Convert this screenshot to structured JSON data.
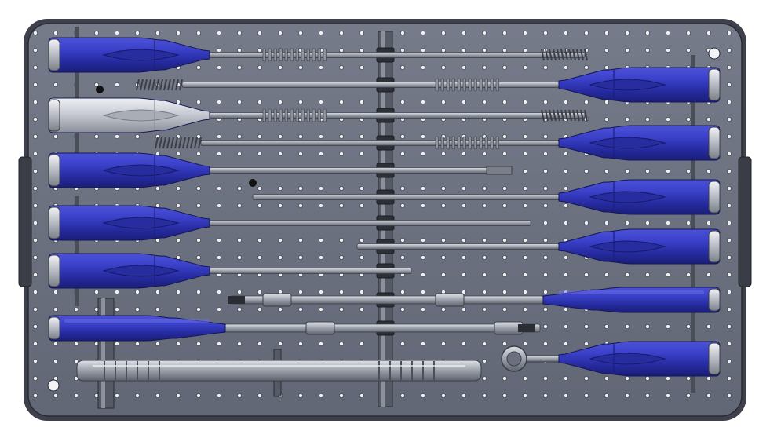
{
  "tray": {
    "plate_color": "#6b7080",
    "frame_color": "#3c3f48",
    "hole_color": "#e8ebf0",
    "handle_blue": "#2f35b8",
    "handle_blue_light": "#5a61e0",
    "handle_silver": "#c9ccd4",
    "shaft_color": "#8d929c"
  },
  "instruments": [
    {
      "type": "screwdriver",
      "handle": "blue",
      "handle_side": "left",
      "tip": "screw"
    },
    {
      "type": "screwdriver",
      "handle": "blue",
      "handle_side": "right",
      "tip": "screw"
    },
    {
      "type": "screwdriver",
      "handle": "silver",
      "handle_side": "left",
      "tip": "screw"
    },
    {
      "type": "screwdriver",
      "handle": "blue",
      "handle_side": "right",
      "tip": "screw"
    },
    {
      "type": "screwdriver",
      "handle": "blue",
      "handle_side": "left",
      "tip": "hex"
    },
    {
      "type": "screwdriver",
      "handle": "blue",
      "handle_side": "right",
      "tip": "plain"
    },
    {
      "type": "screwdriver",
      "handle": "blue",
      "handle_side": "left",
      "tip": "plain"
    },
    {
      "type": "screwdriver",
      "handle": "blue",
      "handle_side": "right",
      "tip": "plain"
    },
    {
      "type": "screwdriver",
      "handle": "blue",
      "handle_side": "left",
      "tip": "plain"
    },
    {
      "type": "driver",
      "handle": "blue-slim",
      "handle_side": "right",
      "tip": "quick-connect"
    },
    {
      "type": "driver",
      "handle": "blue-slim",
      "handle_side": "left",
      "tip": "quick-connect"
    },
    {
      "type": "rod",
      "handle": "none",
      "handle_side": "left",
      "tip": "plain"
    },
    {
      "type": "ring-wrench",
      "handle": "blue",
      "handle_side": "right",
      "tip": "ring"
    }
  ]
}
